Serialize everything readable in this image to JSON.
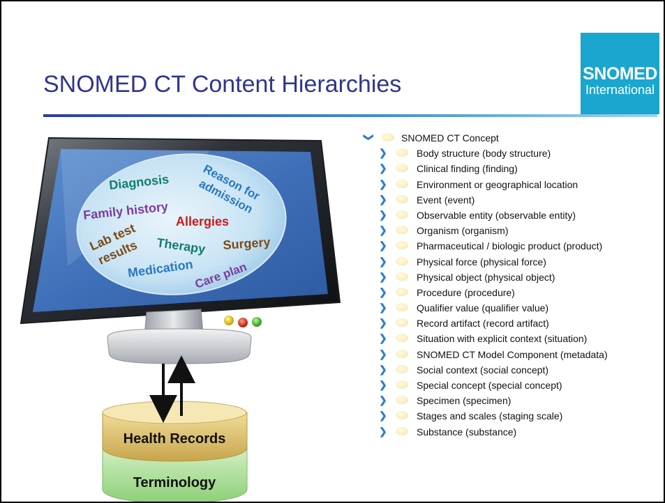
{
  "slide": {
    "title": "SNOMED CT Content Hierarchies",
    "logo": {
      "line1": "SNOMED",
      "line2": "International",
      "color": "#1aa6cf"
    }
  },
  "illustration": {
    "screen_words": {
      "diagnosis": "Diagnosis",
      "reason_line1": "Reason for",
      "reason_line2": "admission",
      "family_history": "Family history",
      "allergies": "Allergies",
      "lab_line1": "Lab test",
      "lab_line2": "results",
      "therapy": "Therapy",
      "surgery": "Surgery",
      "medication": "Medication",
      "care_plan": "Care plan"
    },
    "database": {
      "top_label": "Health Records",
      "bottom_label": "Terminology"
    }
  },
  "tree": {
    "root": "SNOMED CT Concept",
    "children": [
      "Body structure (body structure)",
      "Clinical finding (finding)",
      "Environment or geographical location",
      "Event (event)",
      "Observable entity (observable entity)",
      "Organism (organism)",
      "Pharmaceutical / biologic product (product)",
      "Physical force (physical force)",
      "Physical object (physical object)",
      "Procedure (procedure)",
      "Qualifier value (qualifier value)",
      "Record artifact (record artifact)",
      "Situation with explicit context (situation)",
      "SNOMED CT Model Component (metadata)",
      "Social context (social concept)",
      "Special concept (special concept)",
      "Specimen (specimen)",
      "Stages and scales (staging scale)",
      "Substance (substance)"
    ]
  }
}
